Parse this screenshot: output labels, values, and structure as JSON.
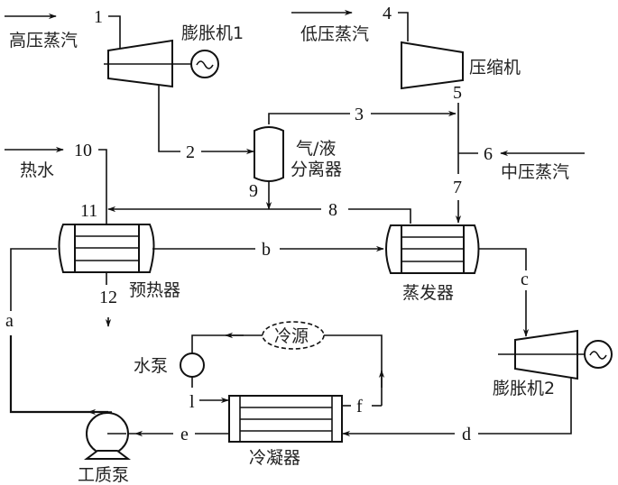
{
  "title": "蒸汽/有机工质联合循环流程示意图",
  "components": {
    "expander1": "膨胀机1",
    "compressor": "压缩机",
    "separator_line1": "气/液",
    "separator_line2": "分离器",
    "preheater": "预热器",
    "evaporator": "蒸发器",
    "expander2": "膨胀机2",
    "cold_source": "冷源",
    "water_pump": "水泵",
    "condenser": "冷凝器",
    "working_pump": "工质泵"
  },
  "inputs": {
    "high_pressure_steam": "高压蒸汽",
    "low_pressure_steam": "低压蒸汽",
    "medium_pressure_steam": "中压蒸汽",
    "hot_water": "热水"
  },
  "state_points": {
    "p1": "1",
    "p2": "2",
    "p3": "3",
    "p4": "4",
    "p5": "5",
    "p6": "6",
    "p7": "7",
    "p8": "8",
    "p9": "9",
    "p10": "10",
    "p11": "11",
    "p12": "12",
    "a": "a",
    "b": "b",
    "c": "c",
    "d": "d",
    "e": "e",
    "f": "f",
    "l": "l"
  },
  "generator_symbol": "~"
}
